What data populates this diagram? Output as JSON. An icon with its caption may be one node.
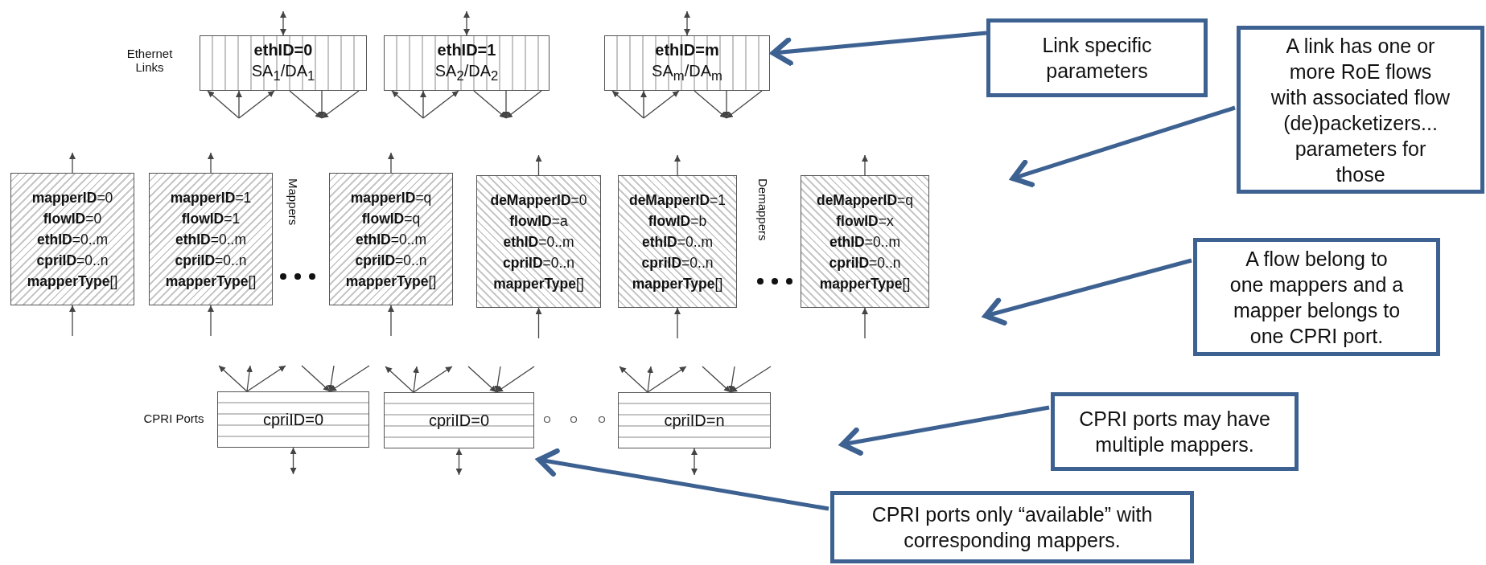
{
  "diagram": {
    "nodes": [
      {
        "text": [
          "ethID=0",
          "SA$_{1}$/DA$_{1}$"
        ]
      },
      {
        "text": [
          "ethID=1",
          "SA$_{2}$/DA$_{2}$"
        ]
      },
      {
        "text": [
          "ethID=m",
          "SA$_{m}$/DA$_{m}$"
        ]
      },
      {
        "text": [
          "**mapperID**=0",
          "**flowID**=0",
          "**ethID**=0..m",
          "**cpriID**=0..n",
          "**mapperType**[]"
        ]
      },
      {
        "text": [
          "**mapperID**=1",
          "**flowID**=1",
          "**ethID**=0..m",
          "**cpriID**=0..n",
          "**mapperType**[]"
        ]
      },
      {
        "text": [
          "**mapperID**=q",
          "**flowID**=q",
          "**ethID**=0..m",
          "**cpriID**=0..n",
          "**mapperType**[]"
        ]
      },
      {
        "text": [
          "**deMapperID**=0",
          "**flowID**=a",
          "**ethID**=0..m",
          "**cpriID**=0..n",
          "**mapperType**[]"
        ]
      },
      {
        "text": [
          "**deMapperID**=1",
          "**flowID**=b",
          "**ethID**=0..m",
          "**cpriID**=0..n",
          "**mapperType**[]"
        ]
      },
      {
        "text": [
          "**deMapperID**=q",
          "**flowID**=x",
          "**ethID**=0..m",
          "**cpriID**=0..n",
          "**mapperType**[]"
        ]
      },
      {
        "text": [
          "cpriID=0"
        ]
      },
      {
        "text": [
          "cpriID=0"
        ]
      },
      {
        "text": [
          "cpriID=n"
        ]
      },
      {
        "text": [
          "Link specific parameters"
        ]
      },
      {
        "text": [
          "A link has one or more RoE flows with associated flow (de)packetizers... parameters for those"
        ]
      },
      {
        "text": [
          "A flow belong to one mappers and a mapper belongs to one CPRI port."
        ]
      },
      {
        "text": [
          "CPRI ports may have multiple mappers."
        ]
      },
      {
        "text": [
          "CPRI ports only “available” with corresponding mappers."
        ]
      }
    ],
    "edges": [
      {
        "from": null,
        "to": 0,
        "arrow": "both"
      },
      {
        "from": null,
        "to": 0,
        "arrow": "to"
      },
      {
        "from": null,
        "to": 0,
        "arrow": "to"
      },
      {
        "from": null,
        "to": 0,
        "arrow": "to"
      },
      {
        "from": 0,
        "to": null,
        "arrow": "to"
      },
      {
        "from": 0,
        "to": null,
        "arrow": "to"
      },
      {
        "from": 0,
        "to": null,
        "arrow": "to"
      },
      {
        "from": null,
        "to": 1,
        "arrow": "both"
      },
      {
        "from": null,
        "to": 1,
        "arrow": "to"
      },
      {
        "from": null,
        "to": 1,
        "arrow": "to"
      },
      {
        "from": null,
        "to": 1,
        "arrow": "to"
      },
      {
        "from": 1,
        "to": null,
        "arrow": "to"
      },
      {
        "from": 1,
        "to": null,
        "arrow": "to"
      },
      {
        "from": 1,
        "to": null,
        "arrow": "to"
      },
      {
        "from": null,
        "to": 2,
        "arrow": "both"
      },
      {
        "from": null,
        "to": 2,
        "arrow": "to"
      },
      {
        "from": null,
        "to": 2,
        "arrow": "to"
      },
      {
        "from": null,
        "to": 2,
        "arrow": "to"
      },
      {
        "from": 2,
        "to": null,
        "arrow": "to"
      },
      {
        "from": 2,
        "to": null,
        "arrow": "to"
      },
      {
        "from": 2,
        "to": null,
        "arrow": "to"
      },
      {
        "from": 3,
        "to": null,
        "arrow": "to"
      },
      {
        "from": null,
        "to": 3,
        "arrow": "to"
      },
      {
        "from": 4,
        "to": null,
        "arrow": "to"
      },
      {
        "from": null,
        "to": 4,
        "arrow": "to"
      },
      {
        "from": 5,
        "to": null,
        "arrow": "to"
      },
      {
        "from": null,
        "to": 5,
        "arrow": "to"
      },
      {
        "from": 6,
        "to": null,
        "arrow": "to"
      },
      {
        "from": null,
        "to": 6,
        "arrow": "to"
      },
      {
        "from": 7,
        "to": null,
        "arrow": "to"
      },
      {
        "from": null,
        "to": 7,
        "arrow": "to"
      },
      {
        "from": 8,
        "to": null,
        "arrow": "to"
      },
      {
        "from": null,
        "to": 8,
        "arrow": "to"
      },
      {
        "from": 9,
        "to": null,
        "arrow": "to"
      },
      {
        "from": 9,
        "to": null,
        "arrow": "to"
      },
      {
        "from": 9,
        "to": null,
        "arrow": "to"
      },
      {
        "from": null,
        "to": 9,
        "arrow": "to"
      },
      {
        "from": null,
        "to": 9,
        "arrow": "to"
      },
      {
        "from": null,
        "to": 9,
        "arrow": "to"
      },
      {
        "from": null,
        "to": 9,
        "arrow": "both"
      },
      {
        "from": 10,
        "to": null,
        "arrow": "to"
      },
      {
        "from": 10,
        "to": null,
        "arrow": "to"
      },
      {
        "from": 10,
        "to": null,
        "arrow": "to"
      },
      {
        "from": null,
        "to": 10,
        "arrow": "to"
      },
      {
        "from": null,
        "to": 10,
        "arrow": "to"
      },
      {
        "from": null,
        "to": 10,
        "arrow": "to"
      },
      {
        "from": null,
        "to": 10,
        "arrow": "both"
      },
      {
        "from": 11,
        "to": null,
        "arrow": "to"
      },
      {
        "from": 11,
        "to": null,
        "arrow": "to"
      },
      {
        "from": 11,
        "to": null,
        "arrow": "to"
      },
      {
        "from": null,
        "to": 11,
        "arrow": "to"
      },
      {
        "from": null,
        "to": 11,
        "arrow": "to"
      },
      {
        "from": null,
        "to": 11,
        "arrow": "to"
      },
      {
        "from": null,
        "to": 11,
        "arrow": "both"
      },
      {
        "from": 12,
        "to": 2,
        "arrow": "to",
        "style": "thick",
        "color": "#3d6191"
      },
      {
        "from": 13,
        "to": null,
        "arrow": "to",
        "style": "thick",
        "color": "#3d6191"
      },
      {
        "from": 14,
        "to": null,
        "arrow": "to",
        "style": "thick",
        "color": "#3d6191"
      },
      {
        "from": 15,
        "to": null,
        "arrow": "to",
        "style": "thick",
        "color": "#3d6191"
      },
      {
        "from": 16,
        "to": 10,
        "arrow": "to",
        "style": "thick",
        "color": "#3d6191"
      }
    ],
    "labels": [
      "Ethernet Links",
      "Mappers",
      "Demappers",
      "CPRI Ports"
    ]
  }
}
